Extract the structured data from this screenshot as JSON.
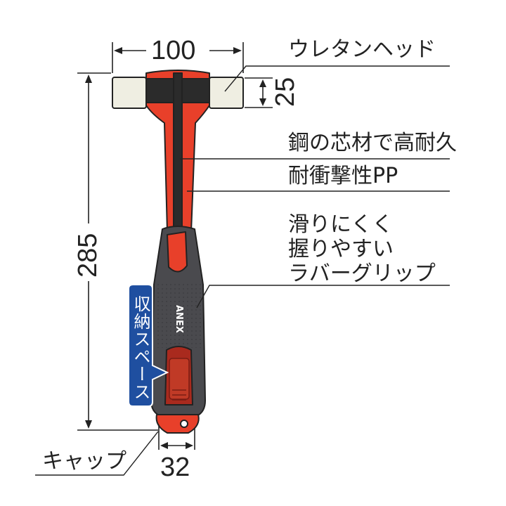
{
  "dimensions": {
    "width": "100",
    "head_height": "25",
    "length": "285",
    "grip_width": "32"
  },
  "labels": {
    "urethane_head": "ウレタンヘッド",
    "steel_core": "鋼の芯材で高耐久",
    "impact_pp": "耐衝撃性PP",
    "grip_line1": "滑りにくく",
    "grip_line2": "握りやすい",
    "grip_line3": "ラバーグリップ",
    "storage": "収納スペース",
    "cap": "キャップ"
  },
  "brand": "ANEX",
  "colors": {
    "handle_red": "#e8402a",
    "grip_dark": "#4a4a4e",
    "head_black": "#2b2b2b",
    "urethane": "#efeee2",
    "callout_blue": "#1f4fa0",
    "line": "#222222"
  },
  "icons": [
    "dimension-arrow",
    "leader-line",
    "hammer-illustration"
  ]
}
